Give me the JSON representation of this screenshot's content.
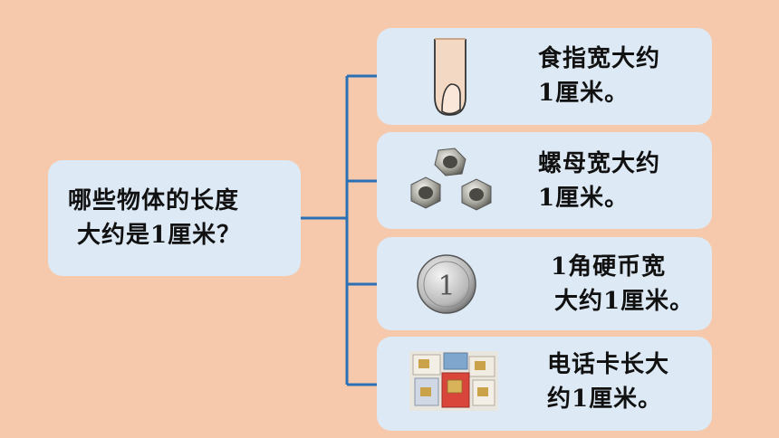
{
  "question": {
    "line1": "哪些物体的长度",
    "line2": "大约是1厘米？"
  },
  "items": [
    {
      "line1": "食指宽大约",
      "line2": "1厘米。",
      "icon": "finger-icon"
    },
    {
      "line1": "螺母宽大约",
      "line2": "1厘米。",
      "icon": "hex-nuts-icon"
    },
    {
      "line1": "1角硬币宽",
      "line2": "大约1厘米。",
      "icon": "coin-icon",
      "coin_digit": "1"
    },
    {
      "line1": "电话卡长大",
      "line2": "约1厘米。",
      "icon": "sim-cards-icon"
    }
  ],
  "colors": {
    "background": "#f6c9ac",
    "box": "#dde9f4",
    "connector": "#2b6fb5"
  }
}
